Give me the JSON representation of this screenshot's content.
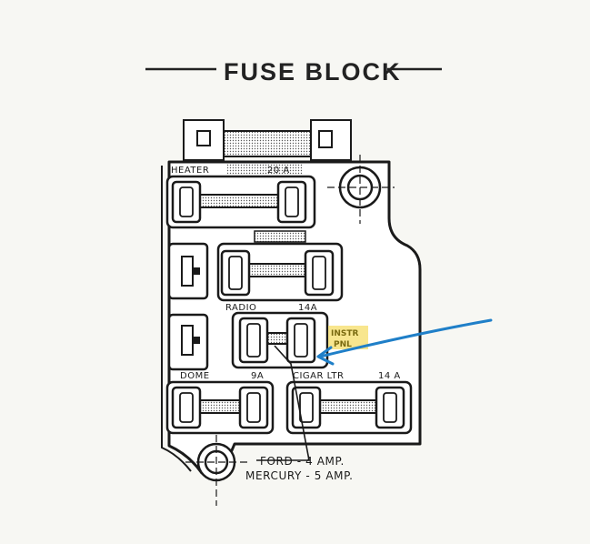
{
  "title": "FUSE BLOCK",
  "labels": {
    "heater": "HEATER",
    "heater_amp": "20 A",
    "radio": "RADIO",
    "radio_amp": "14A",
    "dome": "DOME",
    "dome_amp": "9A",
    "cigar": "CIGAR LTR",
    "cigar_amp": "14 A",
    "instr_line1": "INSTR",
    "instr_line2": "PNL"
  },
  "notes": {
    "ford": "FORD - 4 AMP.",
    "mercury": "MERCURY - 5 AMP."
  },
  "colors": {
    "ink": "#1a1a1a",
    "highlight": "#f7e27a",
    "arrow": "#1f7fc8",
    "paper": "#f7f7f3"
  }
}
